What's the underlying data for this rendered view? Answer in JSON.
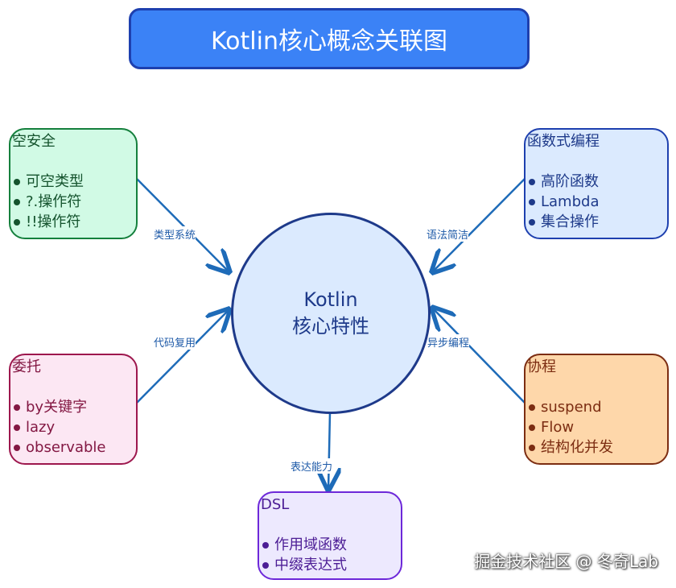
{
  "title": "Kotlin核心概念关联图",
  "center": {
    "line1": "Kotlin",
    "line2": "核心特性"
  },
  "nodes": {
    "null_safety": {
      "title": "空安全",
      "items": [
        "可空类型",
        "?.操作符",
        "!!操作符"
      ]
    },
    "functional": {
      "title": "函数式编程",
      "items": [
        "高阶函数",
        "Lambda",
        "集合操作"
      ]
    },
    "delegation": {
      "title": "委托",
      "items": [
        "by关键字",
        "lazy",
        "observable"
      ]
    },
    "coroutines": {
      "title": "协程",
      "items": [
        "suspend",
        "Flow",
        "结构化并发"
      ]
    },
    "dsl": {
      "title": "DSL",
      "items": [
        "作用域函数",
        "中缀表达式"
      ]
    }
  },
  "edges": {
    "null_safety": "类型系统",
    "functional": "语法简洁",
    "delegation": "代码复用",
    "coroutines": "异步编程",
    "dsl": "表达能力"
  },
  "watermark": "掘金技术社区 @ 冬奇Lab",
  "colors": {
    "title_fill": "#3b82f6",
    "center_fill": "#dbeafe",
    "edge": "#1e6bb8",
    "null_safety": "#d1fae5",
    "functional": "#dbeafe",
    "delegation": "#fce7f3",
    "coroutines": "#fed7aa",
    "dsl": "#ede9fe"
  }
}
